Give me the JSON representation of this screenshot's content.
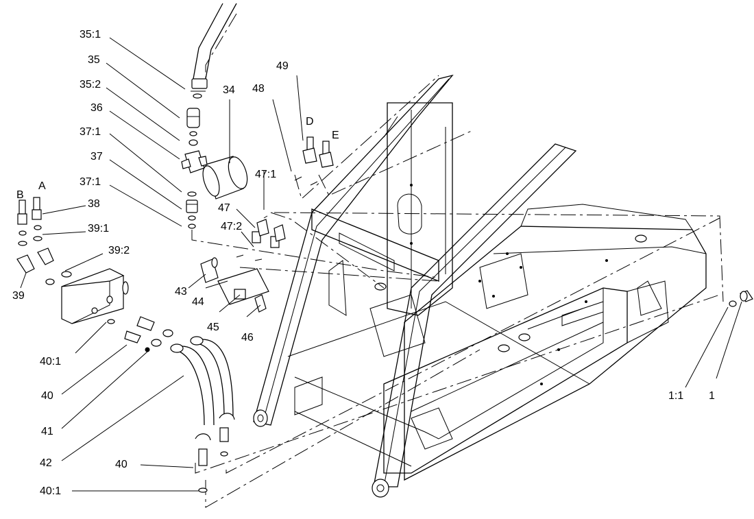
{
  "labels": {
    "l35_1": "35:1",
    "l35": "35",
    "l35_2": "35:2",
    "l36": "36",
    "l37_1a": "37:1",
    "l37": "37",
    "l37_1b": "37:1",
    "l34": "34",
    "lB": "B",
    "lA": "A",
    "l38": "38",
    "l39_1": "39:1",
    "l39_2": "39:2",
    "l39": "39",
    "l49": "49",
    "l48": "48",
    "lD": "D",
    "lE": "E",
    "l47_1": "47:1",
    "l47": "47",
    "l47_2": "47:2",
    "l43": "43",
    "l44": "44",
    "l45": "45",
    "l46": "46",
    "l40_1a": "40:1",
    "l40a": "40",
    "l41": "41",
    "l42": "42",
    "l40b": "40",
    "l40_1b": "40:1",
    "l1_1": "1:1",
    "l1": "1"
  }
}
